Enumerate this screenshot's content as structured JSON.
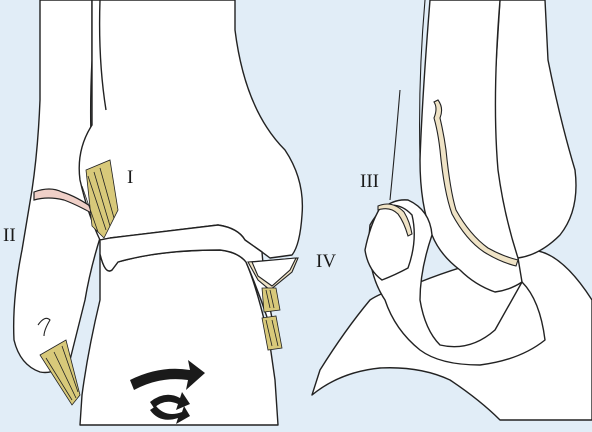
{
  "labels": {
    "stage_one": "I",
    "stage_two": "II",
    "stage_three": "III",
    "stage_four": "IV"
  },
  "colors": {
    "background": "#e1edf7",
    "bone": "#ffffff",
    "outline": "#222222",
    "ligament": "#d8c97a",
    "fracture_fill": "#efe3c6",
    "fracture_pink": "#f0d0c8",
    "arrow": "#1a1a1a"
  }
}
